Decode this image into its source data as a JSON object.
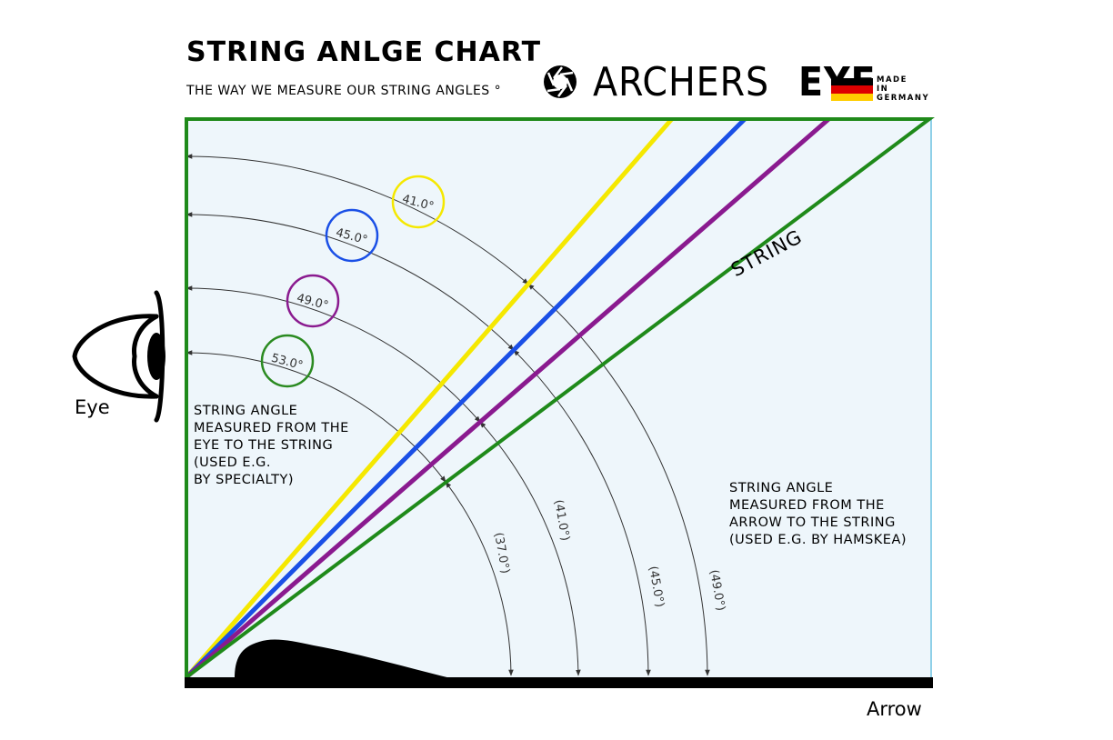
{
  "header": {
    "title": "STRING ANLGE CHART",
    "subtitle": "THE WAY WE MEASURE OUR STRING ANGLES °"
  },
  "brand": {
    "name_part1": "ARCHERS",
    "name_part2": "EYE",
    "made_line1": "MADE",
    "made_line2": "IN",
    "made_line3": "GERMANY",
    "flag_colors": [
      "#000000",
      "#dd0000",
      "#ffce00"
    ]
  },
  "labels": {
    "eye": "Eye",
    "arrow": "Arrow",
    "string": "STRING"
  },
  "notes": {
    "left": [
      "STRING ANGLE",
      "MEASURED FROM THE",
      "EYE TO THE STRING",
      "(USED E.G.",
      "BY SPECIALTY)"
    ],
    "right": [
      "STRING ANGLE",
      "MEASURED FROM THE",
      "ARROW TO THE STRING",
      "(USED E.G. BY HAMSKEA)"
    ]
  },
  "strings": [
    {
      "color": "#f5e800",
      "eye_angle": "41.0°",
      "arrow_angle": "(49.0°)",
      "arrow_deg": 49
    },
    {
      "color": "#1a4fe6",
      "eye_angle": "45.0°",
      "arrow_angle": "(45.0°)",
      "arrow_deg": 45
    },
    {
      "color": "#8a1a8f",
      "eye_angle": "49.0°",
      "arrow_angle": "(41.0°)",
      "arrow_deg": 41
    },
    {
      "color": "#2a8a20",
      "eye_angle": "53.0°",
      "arrow_angle": "(37.0°)",
      "arrow_deg": 37
    }
  ],
  "colors": {
    "frame": "#1f8a1a",
    "panel": "#eef6fb",
    "panel_edge": "#8fd0e8"
  }
}
